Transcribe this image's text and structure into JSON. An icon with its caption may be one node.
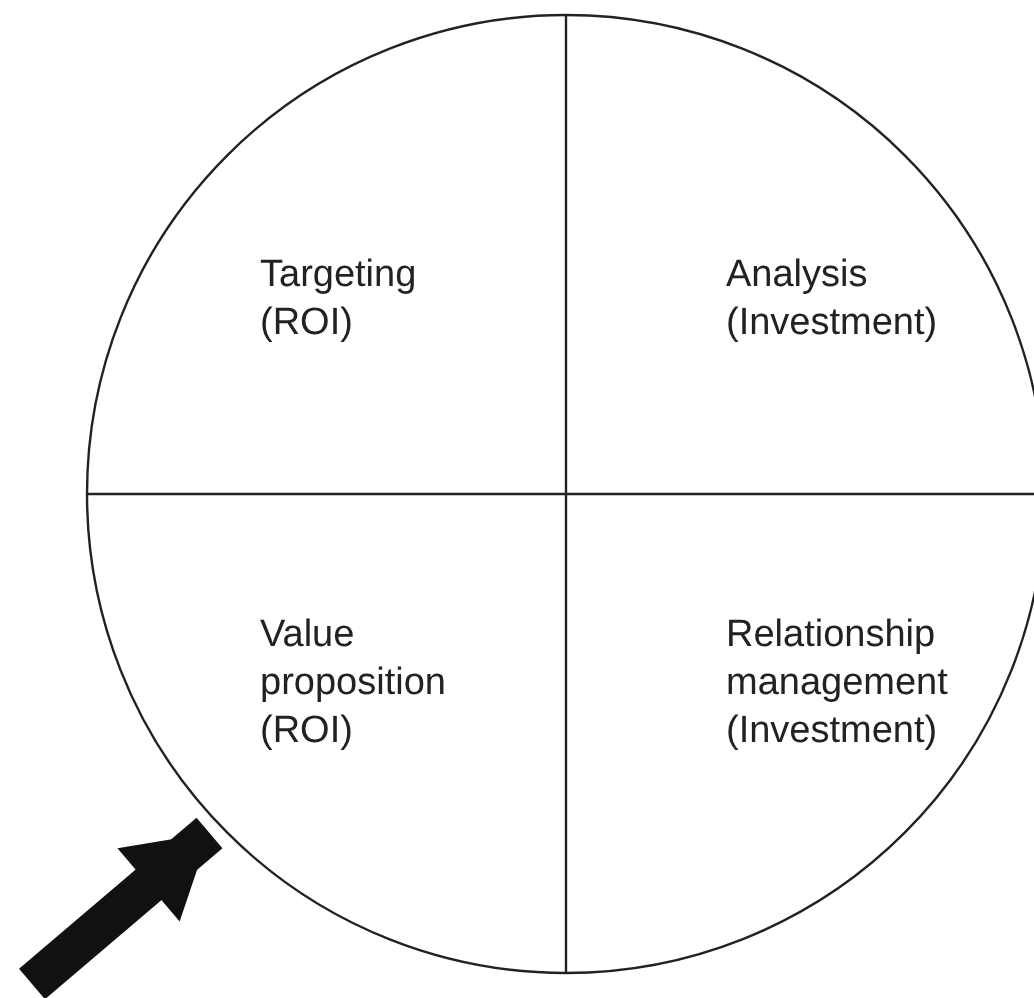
{
  "diagram": {
    "nodes": [
      {
        "text": [],
        "shape": "circle"
      },
      {
        "text": [
          "Targeting (ROI)"
        ],
        "in": 0
      },
      {
        "text": [
          "Analysis (Investment)"
        ],
        "in": 0
      },
      {
        "text": [
          "Value proposition (ROI)"
        ],
        "in": 0
      },
      {
        "text": [
          "Relationship management (Investment)"
        ],
        "in": 0
      }
    ],
    "edges": [
      {
        "from": null,
        "to": 3,
        "arrow": "to"
      }
    ]
  }
}
